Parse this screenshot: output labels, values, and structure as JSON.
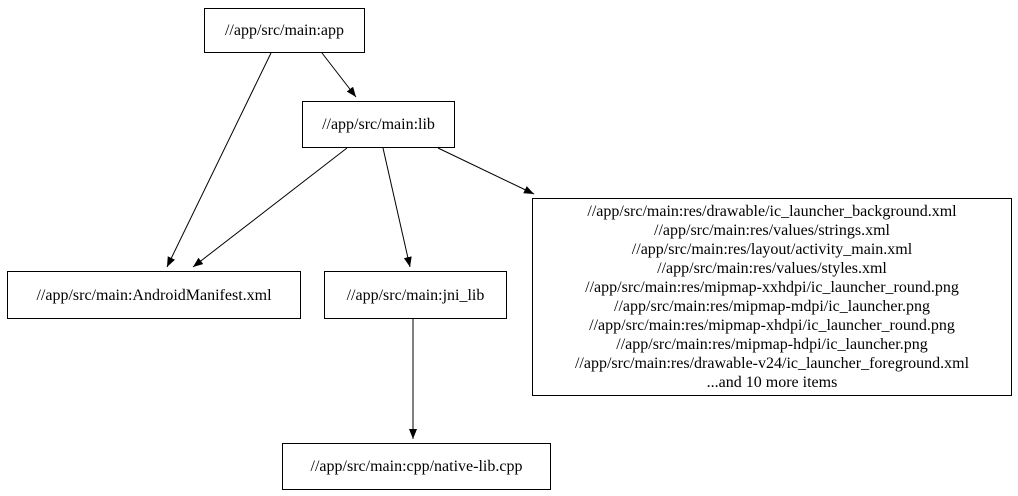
{
  "diagram": {
    "type": "dependency-graph",
    "background_color": "#ffffff",
    "node_border_color": "#000000",
    "node_fill_color": "#ffffff",
    "text_color": "#000000",
    "edge_color": "#000000",
    "nodes": {
      "app": {
        "label": "//app/src/main:app"
      },
      "lib": {
        "label": "//app/src/main:lib"
      },
      "manifest": {
        "label": "//app/src/main:AndroidManifest.xml"
      },
      "jni_lib": {
        "label": "//app/src/main:jni_lib"
      },
      "native_lib": {
        "label": "//app/src/main:cpp/native-lib.cpp"
      },
      "resources": {
        "lines": [
          "//app/src/main:res/drawable/ic_launcher_background.xml",
          "//app/src/main:res/values/strings.xml",
          "//app/src/main:res/layout/activity_main.xml",
          "//app/src/main:res/values/styles.xml",
          "//app/src/main:res/mipmap-xxhdpi/ic_launcher_round.png",
          "//app/src/main:res/mipmap-mdpi/ic_launcher.png",
          "//app/src/main:res/mipmap-xhdpi/ic_launcher_round.png",
          "//app/src/main:res/mipmap-hdpi/ic_launcher.png",
          "//app/src/main:res/drawable-v24/ic_launcher_foreground.xml",
          "...and 10 more items"
        ]
      }
    },
    "edges": [
      {
        "from": "//app/src/main:app",
        "to": "//app/src/main:lib"
      },
      {
        "from": "//app/src/main:app",
        "to": "//app/src/main:AndroidManifest.xml"
      },
      {
        "from": "//app/src/main:lib",
        "to": "//app/src/main:AndroidManifest.xml"
      },
      {
        "from": "//app/src/main:lib",
        "to": "//app/src/main:jni_lib"
      },
      {
        "from": "//app/src/main:lib",
        "to": "resources-group"
      },
      {
        "from": "//app/src/main:jni_lib",
        "to": "//app/src/main:cpp/native-lib.cpp"
      }
    ]
  }
}
